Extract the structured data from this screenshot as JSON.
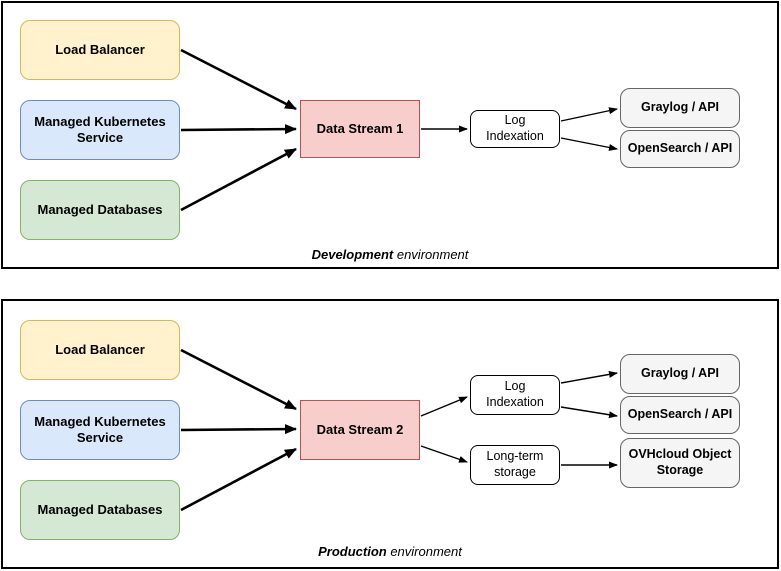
{
  "diagram": {
    "colors": {
      "source_yellow_fill": "#FFF2CC",
      "source_yellow_border": "#D6B656",
      "source_blue_fill": "#DAE8FC",
      "source_blue_border": "#6C8EBF",
      "source_green_fill": "#D5E8D4",
      "source_green_border": "#82B366",
      "stream_fill": "#F8CECC",
      "stream_border": "#B85450",
      "sink_fill": "#F5F5F5",
      "sink_border": "#666666",
      "line_color": "#000000"
    },
    "dev": {
      "caption_bold": "Development",
      "caption_rest": " environment",
      "nodes": {
        "load_balancer": "Load Balancer",
        "kubernetes": "Managed Kubernetes Service",
        "databases": "Managed Databases",
        "data_stream": "Data Stream 1",
        "log_indexation": "Log Indexation",
        "graylog": "Graylog / API",
        "opensearch": "OpenSearch / API"
      }
    },
    "prod": {
      "caption_bold": "Production",
      "caption_rest": " environment",
      "nodes": {
        "load_balancer": "Load Balancer",
        "kubernetes": "Managed Kubernetes Service",
        "databases": "Managed Databases",
        "data_stream": "Data Stream 2",
        "log_indexation": "Log Indexation",
        "long_term_storage": "Long-term storage",
        "graylog": "Graylog / API",
        "opensearch": "OpenSearch / API",
        "ovh_object_storage": "OVHcloud Object Storage"
      }
    }
  }
}
